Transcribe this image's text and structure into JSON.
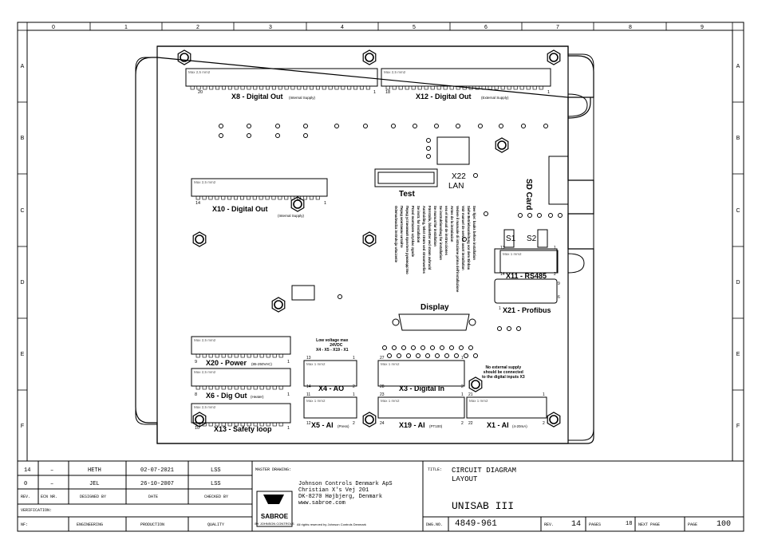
{
  "grid": {
    "columns": [
      "0",
      "1",
      "2",
      "3",
      "4",
      "5",
      "6",
      "7",
      "8",
      "9"
    ],
    "rows": [
      "A",
      "B",
      "C",
      "D",
      "E",
      "F"
    ]
  },
  "connectors": {
    "x8": {
      "title": "X8 - Digital Out",
      "supply": "(Internal Supply)",
      "wire": "Max 2,5 mm2",
      "left": "20",
      "right": "1"
    },
    "x12": {
      "title": "X12 - Digital Out",
      "supply": "(External Supply)",
      "wire": "Max 2,5 mm2",
      "left": "18",
      "right": "1"
    },
    "x10": {
      "title": "X10 - Digital Out",
      "supply": "(Internal Supply)",
      "wire": "Max 2,5 mm2",
      "left": "14",
      "right": "1"
    },
    "x20": {
      "title": "X20 - Power",
      "supply": "(85-250VAC)",
      "wire": "Max 2,5 mm2",
      "left": "9",
      "right": "1"
    },
    "x6": {
      "title": "X6 - Dig Out",
      "supply": "(Heater)",
      "wire": "Max 2,5 mm2",
      "left": "8",
      "right": "1"
    },
    "x13": {
      "title": "X13 - Safety loop",
      "wire": "Max 2,5 mm2",
      "left": "10",
      "right": "1"
    },
    "x4": {
      "title": "X4 - AO",
      "wire": "Max 1 mm2",
      "tl": "13",
      "bl": "14",
      "tr": "1",
      "br": "2"
    },
    "x5": {
      "title": "X5 - AI",
      "supply": "(Press)",
      "wire": "Max 1 mm2",
      "tl": "11",
      "bl": "12",
      "tr": "1",
      "br": "2"
    },
    "x3": {
      "title": "X3 - Digital In",
      "wire": "Max 1 mm2",
      "tl": "27",
      "bl": "28",
      "tr": "1",
      "br": "2"
    },
    "x19": {
      "title": "X19 - AI",
      "supply": "(PT100)",
      "wire": "Max 1 mm2",
      "tl": "23",
      "bl": "24",
      "tr": "1",
      "br": "2"
    },
    "x1": {
      "title": "X1 - AI",
      "supply": "(4-20mA)",
      "wire": "Max 1 mm2",
      "tl": "21",
      "bl": "22",
      "tr": "1",
      "br": "2"
    },
    "x11": {
      "title": "X11 - RS485",
      "wire": "Max 1 mm2",
      "tl": "13",
      "bl": "14",
      "tr": "1",
      "br": "2"
    },
    "x21": {
      "title": "X21 - Profibus",
      "tl": "1",
      "tr": "9",
      "br": "6",
      "bl": "5"
    },
    "x22": {
      "title": "X22",
      "sub": "LAN"
    }
  },
  "labels": {
    "test": "Test",
    "sd_card": "SD Card",
    "display": "Display",
    "s1": "S1",
    "s2": "S2",
    "low_voltage": [
      "Low voltage max",
      "24VDC",
      "X4 - X5 - X19 - X1"
    ],
    "no_external": [
      "No external supply",
      "should be connected",
      "to the digital inputs X3"
    ],
    "warning": [
      "See hjer: baaks before installation",
      "Siehe Betriebsanleitung vor dem Einbau",
      "Voir manuel de service avant installation",
      "Vedere il manuale di istruzione prima dell'installazione",
      "Antes de la instalacion",
      "vea el manual de instrucciones",
      "Se instruktionsbog for installation",
      "Se manual før installation",
      "Förrstalle, blanketter ved strøm avbrudd",
      "Aanduiding, tekst strøm ved stroomverlies",
      "Se instr. for installation",
      "Przed montazem uzyskac zgode",
      "Перед установкой прочтите руководство",
      "Перед монтажом читайте",
      "Odemadwadza instrukcja wlaczenie"
    ]
  },
  "title_block": {
    "rows": [
      {
        "rev": "14",
        "ecn": "–",
        "designed": "HETH",
        "date": "02-07-2021",
        "checked": "LSS"
      },
      {
        "rev": "0",
        "ecn": "–",
        "designed": "JEL",
        "date": "26-10-2007",
        "checked": "LSS"
      }
    ],
    "headers": {
      "rev": "REV.",
      "ecn": "ECN NR.",
      "designed": "DESIGNED BY",
      "date": "DATE",
      "checked": "CHECKED BY"
    },
    "verification": "VERIFICATION:",
    "nf": "NF:",
    "engineering": "ENGINEERING",
    "production": "PRODUCTION",
    "quality": "QUALITY",
    "master_drawing": "MASTER DRAWING:",
    "company": [
      "Johnson Controls Denmark ApS",
      "Christian X's Vej 201",
      "DK-8270 Højbjerg, Denmark",
      "www.sabroe.com"
    ],
    "rights": "All rights reserved by Johnson Controls Denmark",
    "logo_text": "SABROE",
    "logo_sub": "BY JOHNSON CONTROLS",
    "title_label": "TITLE:",
    "title": [
      "CIRCUIT DIAGRAM",
      "LAYOUT"
    ],
    "product": "UNISAB III",
    "dwg_label": "DWG.NO.",
    "dwg_no": "4849-961",
    "rev_label": "REV.",
    "rev": "14",
    "pages_label": "PAGES",
    "pages": "18",
    "next_label": "NEXT PAGE",
    "page_label": "PAGE",
    "page": "100"
  }
}
